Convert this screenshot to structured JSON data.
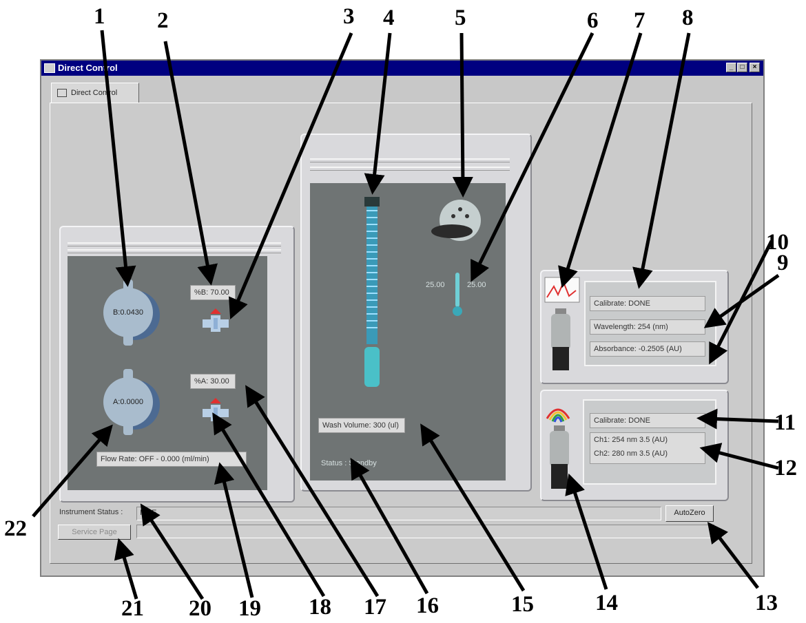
{
  "window": {
    "title": "Direct Control"
  },
  "tab": {
    "label": "Direct Control"
  },
  "pump_panel": {
    "pump_b": "B:0.0430",
    "pump_a": "A:0.0000",
    "percent_b": "%B: 70.00",
    "percent_a": "%A: 30.00",
    "flow_rate": "Flow Rate: OFF - 0.000 (ml/min)"
  },
  "autosampler_panel": {
    "temp_left": "25.00",
    "temp_right": "25.00",
    "wash_volume": "Wash Volume: 300 (ul)",
    "status": "Status : Standby"
  },
  "uv_detector": {
    "calibrate": "Calibrate: DONE",
    "wavelength": "Wavelength: 254 (nm)",
    "absorbance": "Absorbance: -0.2505 (AU)"
  },
  "pda_detector": {
    "calibrate": "Calibrate: DONE",
    "ch1": "Ch1: 254 nm  3.5 (AU)",
    "ch2": "Ch2: 280 nm  3.5 (AU)"
  },
  "footer": {
    "instrument_status_label": "Instrument Status :",
    "instrument_status_value": "IDLE",
    "left_button": "Service Page",
    "autozero_button": "AutoZero"
  },
  "callouts": [
    "1",
    "2",
    "3",
    "4",
    "5",
    "6",
    "7",
    "8",
    "9",
    "10",
    "11",
    "12",
    "13",
    "14",
    "15",
    "16",
    "17",
    "18",
    "19",
    "20",
    "21",
    "22"
  ],
  "colors": {
    "titlebar": "#000080",
    "screen": "#6f7474",
    "pump": "#a9bccd",
    "red": "#e03030"
  }
}
